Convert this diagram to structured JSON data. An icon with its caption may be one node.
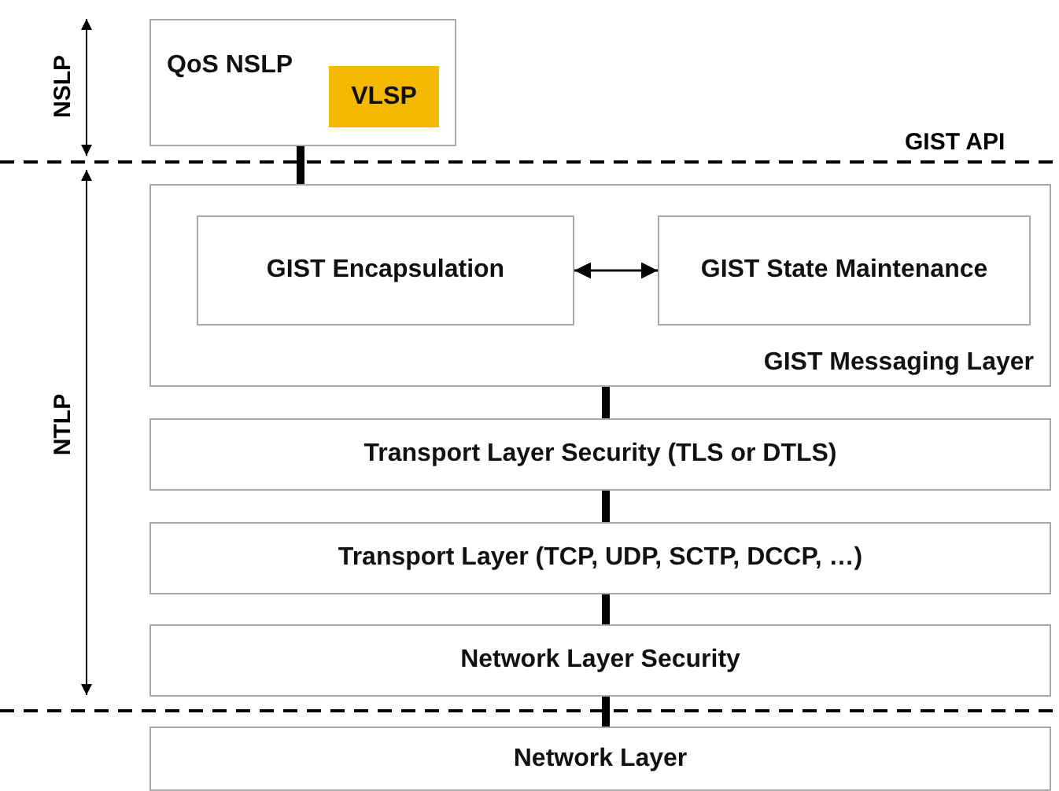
{
  "diagram": {
    "nodes": [
      {
        "text": [
          "QoS NSLP"
        ]
      },
      {
        "text": [
          "VLSP"
        ],
        "in": 0
      },
      {
        "text": [
          "GIST Messaging Layer"
        ]
      },
      {
        "text": [
          "GIST Encapsulation"
        ],
        "in": 2
      },
      {
        "text": [
          "GIST State Maintenance"
        ],
        "in": 2
      },
      {
        "text": [
          "Transport Layer Security (TLS or DTLS)"
        ]
      },
      {
        "text": [
          "Transport Layer (TCP, UDP, SCTP, DCCP, …)"
        ]
      },
      {
        "text": [
          "Network Layer Security"
        ]
      },
      {
        "text": [
          "Network Layer"
        ]
      }
    ],
    "edges": [
      {
        "from": 0,
        "to": 2,
        "arrow": "none"
      },
      {
        "from": 3,
        "to": 4,
        "arrow": "both"
      },
      {
        "from": 2,
        "to": 5,
        "arrow": "none"
      },
      {
        "from": 5,
        "to": 6,
        "arrow": "none"
      },
      {
        "from": 6,
        "to": 7,
        "arrow": "none"
      },
      {
        "from": 7,
        "to": 8,
        "arrow": "none"
      }
    ],
    "labels": [
      "NSLP",
      "GIST API",
      "NTLP"
    ]
  }
}
